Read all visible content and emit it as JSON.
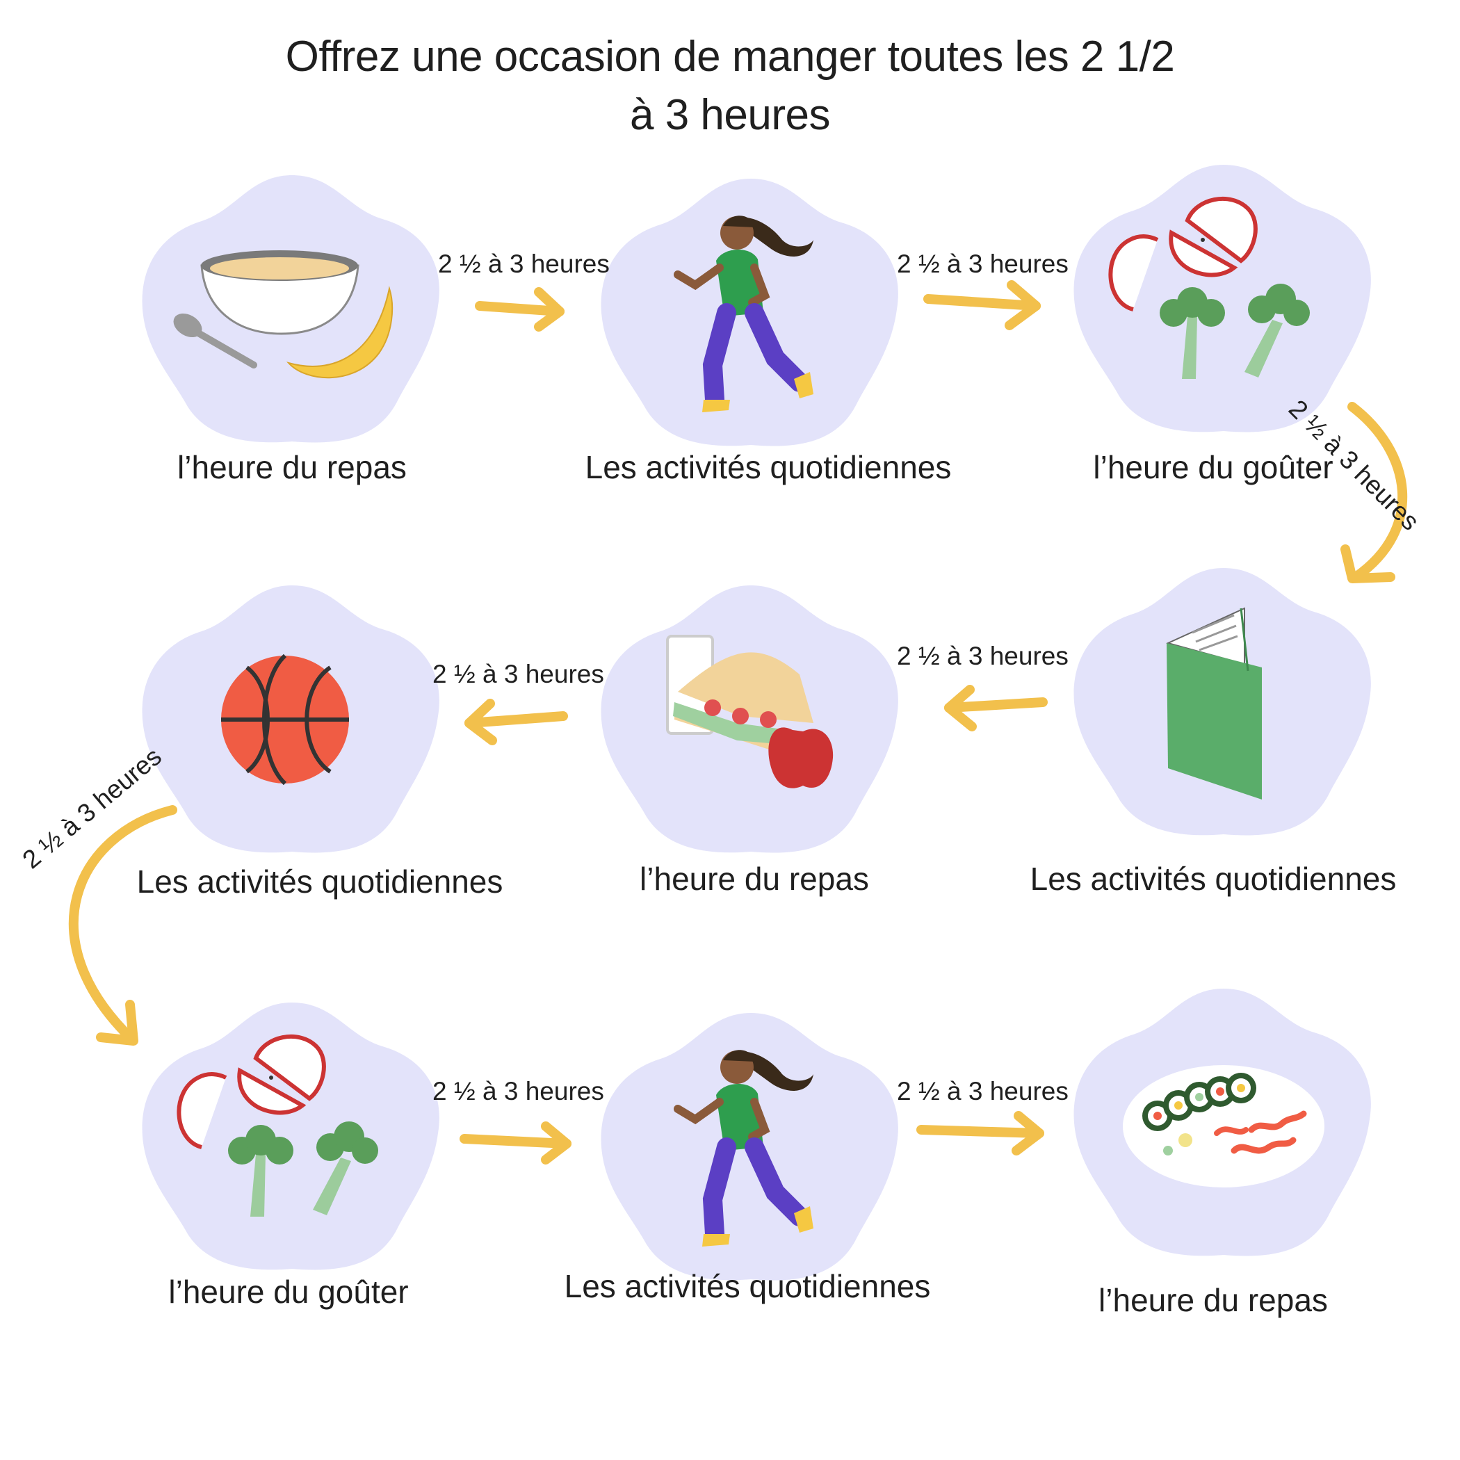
{
  "title_line1": "Offrez une occasion de manger toutes les 2 1/2",
  "title_line2": "à 3 heures",
  "interval_label": "2 ½ à 3 heures",
  "steps": [
    {
      "label": "l’heure du repas",
      "icon": "porridge-banana-icon"
    },
    {
      "label": "Les activités quotidiennes",
      "icon": "runner-icon"
    },
    {
      "label": "l’heure du goûter",
      "icon": "apple-broccoli-icon"
    },
    {
      "label": "Les activités quotidiennes",
      "icon": "book-icon"
    },
    {
      "label": "l’heure du repas",
      "icon": "sandwich-milk-apple-icon"
    },
    {
      "label": "Les activités quotidiennes",
      "icon": "basketball-icon"
    },
    {
      "label": "l’heure du goûter",
      "icon": "apple-broccoli-icon"
    },
    {
      "label": "Les activités quotidiennes",
      "icon": "runner-icon"
    },
    {
      "label": "l’heure du repas",
      "icon": "sushi-plate-icon"
    }
  ],
  "colors": {
    "blob": "#e3e3fa",
    "arrow": "#f2c04c",
    "text": "#1f1f1f",
    "apple_red": "#cc3333",
    "broccoli": "#5a9e5a",
    "book": "#5aad6a",
    "ball": "#f05c44",
    "legs": "#5b3fc4",
    "shirt": "#2e9e4e"
  }
}
